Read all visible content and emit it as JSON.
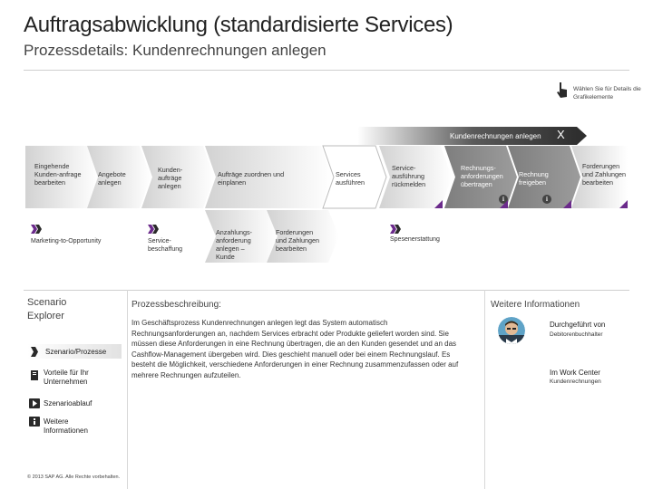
{
  "header": {
    "title": "Auftragsabwicklung (standardisierte Services)",
    "subtitle": "Prozessdetails: Kundenrechnungen anlegen"
  },
  "hint": {
    "text": "Wählen Sie für Details die Grafikelemente",
    "icon": "hand-pointer-icon"
  },
  "process_band": {
    "label": "Kundenrechnungen anlegen",
    "close_label": "X",
    "color": "#3d3d3d",
    "accent_color": "#6b2a8b"
  },
  "process_steps": [
    {
      "label": "Eingehende Kunden-anfrage bearbeiten",
      "style": "grey"
    },
    {
      "label": "Angebote anlegen",
      "style": "grey"
    },
    {
      "label": "Kunden-aufträge anlegen",
      "style": "grey"
    },
    {
      "label": "Aufträge zuordnen und einplanen",
      "style": "grey"
    },
    {
      "label": "Services ausführen",
      "style": "white"
    },
    {
      "label": "Service-ausführung rückmelden",
      "style": "grey"
    },
    {
      "label": "Rechnungs-anforderungen übertragen",
      "style": "dark",
      "info": "i"
    },
    {
      "label": "Rechnung freigeben",
      "style": "dark",
      "info": "i"
    },
    {
      "label": "Forderungen und Zahlungen bearbeiten",
      "style": "grey"
    }
  ],
  "sub_steps": [
    {
      "label": "Marketing-to-Opportunity"
    },
    {
      "label": "Service-beschaffung"
    },
    {
      "label": "Anzahlungs-anforderung anlegen – Kunde"
    },
    {
      "label": "Forderungen und Zahlungen bearbeiten"
    },
    {
      "label": "Spesenerstattung"
    }
  ],
  "sidebar": {
    "title": "Scenario Explorer",
    "items": [
      {
        "label": "Szenario/Prozesse",
        "icon": "process-arrow-icon",
        "active": true
      },
      {
        "label": "Vorteile für Ihr Unternehmen",
        "icon": "document-icon",
        "active": false
      },
      {
        "label": "Szenarioablauf",
        "icon": "play-icon",
        "active": false
      },
      {
        "label": "Weitere Informationen",
        "icon": "info-icon",
        "active": false
      }
    ],
    "copyright": "© 2013 SAP AG. Alle Rechte vorbehalten."
  },
  "description": {
    "heading": "Prozessbeschreibung:",
    "body": "Im Geschäftsprozess Kundenrechnungen anlegen legt das System automatisch Rechnungsanforderungen an, nachdem Services erbracht oder Produkte geliefert worden sind. Sie müssen diese Anforderungen in eine Rechnung übertragen, die an den Kunden gesendet und an das Cashflow-Management übergeben wird. Dies geschieht manuell oder bei einem Rechnungslauf. Es besteht die Möglichkeit, verschiedene Anforderungen in einer Rechnung zusammenzufassen oder auf mehrere Rechnungen aufzuteilen."
  },
  "more_info": {
    "heading": "Weitere Informationen",
    "performed_by_label": "Durchgeführt von",
    "performed_by_value": "Debitorenbuchhalter",
    "work_center_label": "Im Work Center",
    "work_center_value": "Kundenrechnungen"
  }
}
